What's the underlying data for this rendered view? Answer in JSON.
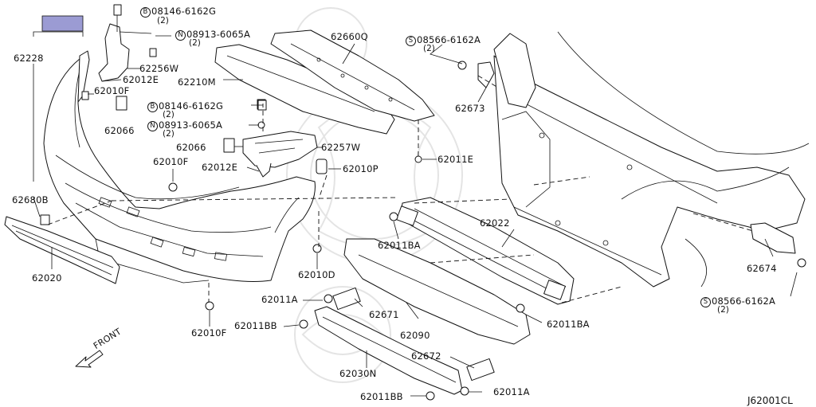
{
  "diagram_code": "J62001CL",
  "front_label": "FRONT",
  "highlight_color": "#9b9bd3",
  "callouts": [
    {
      "id": "c1",
      "prefix": "B",
      "number": "08146-6162G",
      "qty": "(2)"
    },
    {
      "id": "c2",
      "prefix": "N",
      "number": "08913-6065A",
      "qty": "(2)"
    },
    {
      "id": "c3",
      "prefix": "",
      "number": "62660Q",
      "qty": ""
    },
    {
      "id": "c4",
      "prefix": "S",
      "number": "08566-6162A",
      "qty": "(2)"
    },
    {
      "id": "c5",
      "prefix": "",
      "number": "62228",
      "qty": ""
    },
    {
      "id": "c6",
      "prefix": "",
      "number": "62256W",
      "qty": ""
    },
    {
      "id": "c7",
      "prefix": "",
      "number": "62012E",
      "qty": ""
    },
    {
      "id": "c8",
      "prefix": "",
      "number": "62210M",
      "qty": ""
    },
    {
      "id": "c9",
      "prefix": "",
      "number": "62010F",
      "qty": ""
    },
    {
      "id": "c10",
      "prefix": "",
      "number": "62673",
      "qty": ""
    },
    {
      "id": "c11",
      "prefix": "B",
      "number": "08146-6162G",
      "qty": "(2)"
    },
    {
      "id": "c12",
      "prefix": "N",
      "number": "08913-6065A",
      "qty": "(2)"
    },
    {
      "id": "c13",
      "prefix": "",
      "number": "62066",
      "qty": ""
    },
    {
      "id": "c14",
      "prefix": "",
      "number": "62066",
      "qty": ""
    },
    {
      "id": "c15",
      "prefix": "",
      "number": "62257W",
      "qty": ""
    },
    {
      "id": "c16",
      "prefix": "",
      "number": "62011E",
      "qty": ""
    },
    {
      "id": "c17",
      "prefix": "",
      "number": "62010F",
      "qty": ""
    },
    {
      "id": "c18",
      "prefix": "",
      "number": "62012E",
      "qty": ""
    },
    {
      "id": "c19",
      "prefix": "",
      "number": "62010P",
      "qty": ""
    },
    {
      "id": "c20",
      "prefix": "",
      "number": "62680B",
      "qty": ""
    },
    {
      "id": "c21",
      "prefix": "",
      "number": "62022",
      "qty": ""
    },
    {
      "id": "c22",
      "prefix": "",
      "number": "62011BA",
      "qty": ""
    },
    {
      "id": "c23",
      "prefix": "",
      "number": "62674",
      "qty": ""
    },
    {
      "id": "c24",
      "prefix": "",
      "number": "62020",
      "qty": ""
    },
    {
      "id": "c25",
      "prefix": "",
      "number": "62010D",
      "qty": ""
    },
    {
      "id": "c26",
      "prefix": "",
      "number": "62011A",
      "qty": ""
    },
    {
      "id": "c27",
      "prefix": "",
      "number": "62671",
      "qty": ""
    },
    {
      "id": "c28",
      "prefix": "S",
      "number": "08566-6162A",
      "qty": "(2)"
    },
    {
      "id": "c29",
      "prefix": "",
      "number": "62011BB",
      "qty": ""
    },
    {
      "id": "c30",
      "prefix": "",
      "number": "62010F",
      "qty": ""
    },
    {
      "id": "c31",
      "prefix": "",
      "number": "62090",
      "qty": ""
    },
    {
      "id": "c32",
      "prefix": "",
      "number": "62011BA",
      "qty": ""
    },
    {
      "id": "c33",
      "prefix": "",
      "number": "62672",
      "qty": ""
    },
    {
      "id": "c34",
      "prefix": "",
      "number": "62030N",
      "qty": ""
    },
    {
      "id": "c35",
      "prefix": "",
      "number": "62011A",
      "qty": ""
    },
    {
      "id": "c36",
      "prefix": "",
      "number": "62011BB",
      "qty": ""
    }
  ]
}
